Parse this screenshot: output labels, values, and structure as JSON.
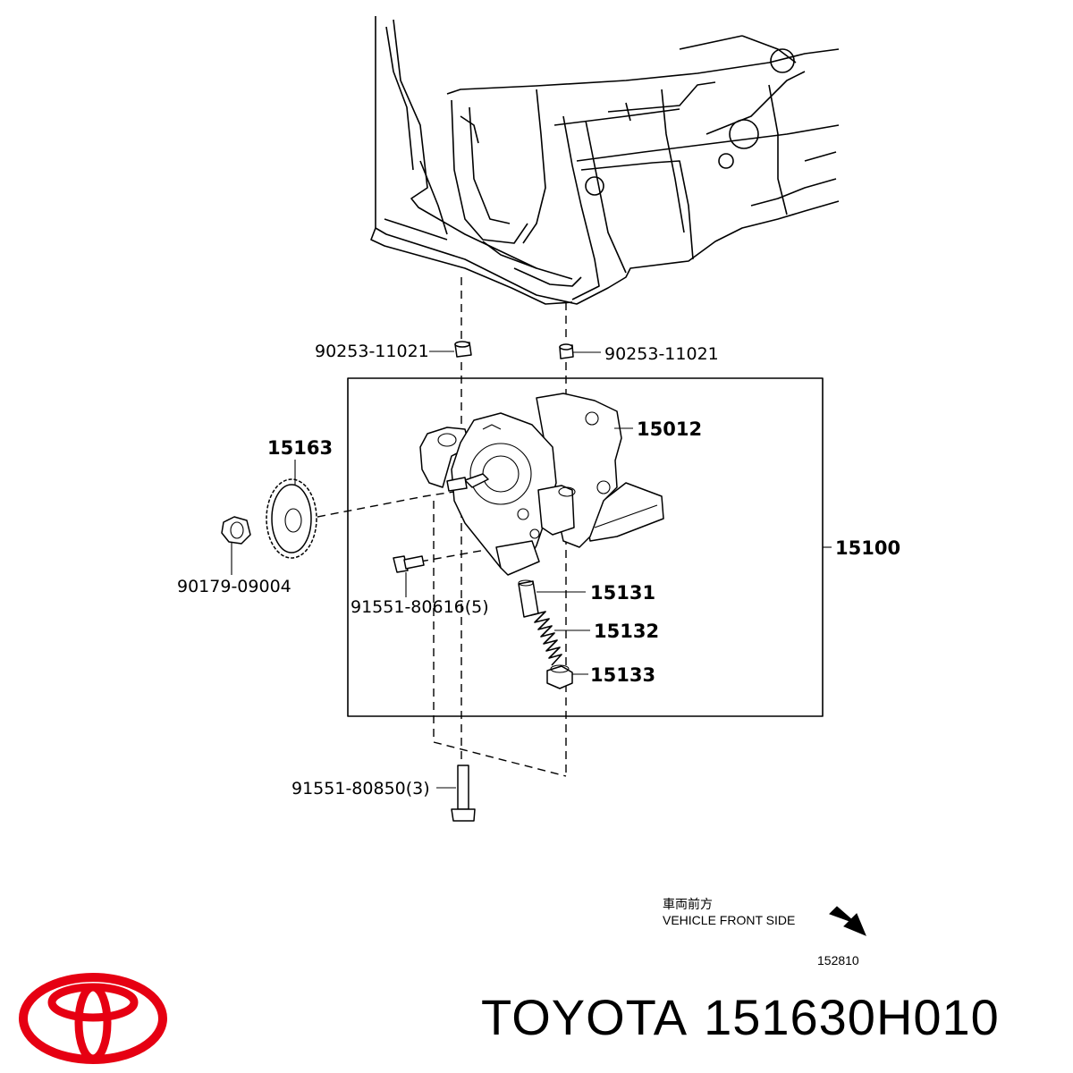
{
  "diagram": {
    "callouts": {
      "bush_left": "90253-11021",
      "bush_right": "90253-11021",
      "pump_body": "15012",
      "sprocket": "15163",
      "assembly": "15100",
      "nut": "90179-09004",
      "bolt_small": "91551-80616(5)",
      "valve": "15131",
      "spring": "15132",
      "plug": "15133",
      "bolt_long": "91551-80850(3)"
    },
    "orientation_note": {
      "japanese": "車両前方",
      "english": "VEHICLE FRONT SIDE",
      "code": "152810"
    }
  },
  "footer": {
    "brand": "TOYOTA",
    "part_number": "151630H010",
    "logo_color": "#e60012"
  }
}
